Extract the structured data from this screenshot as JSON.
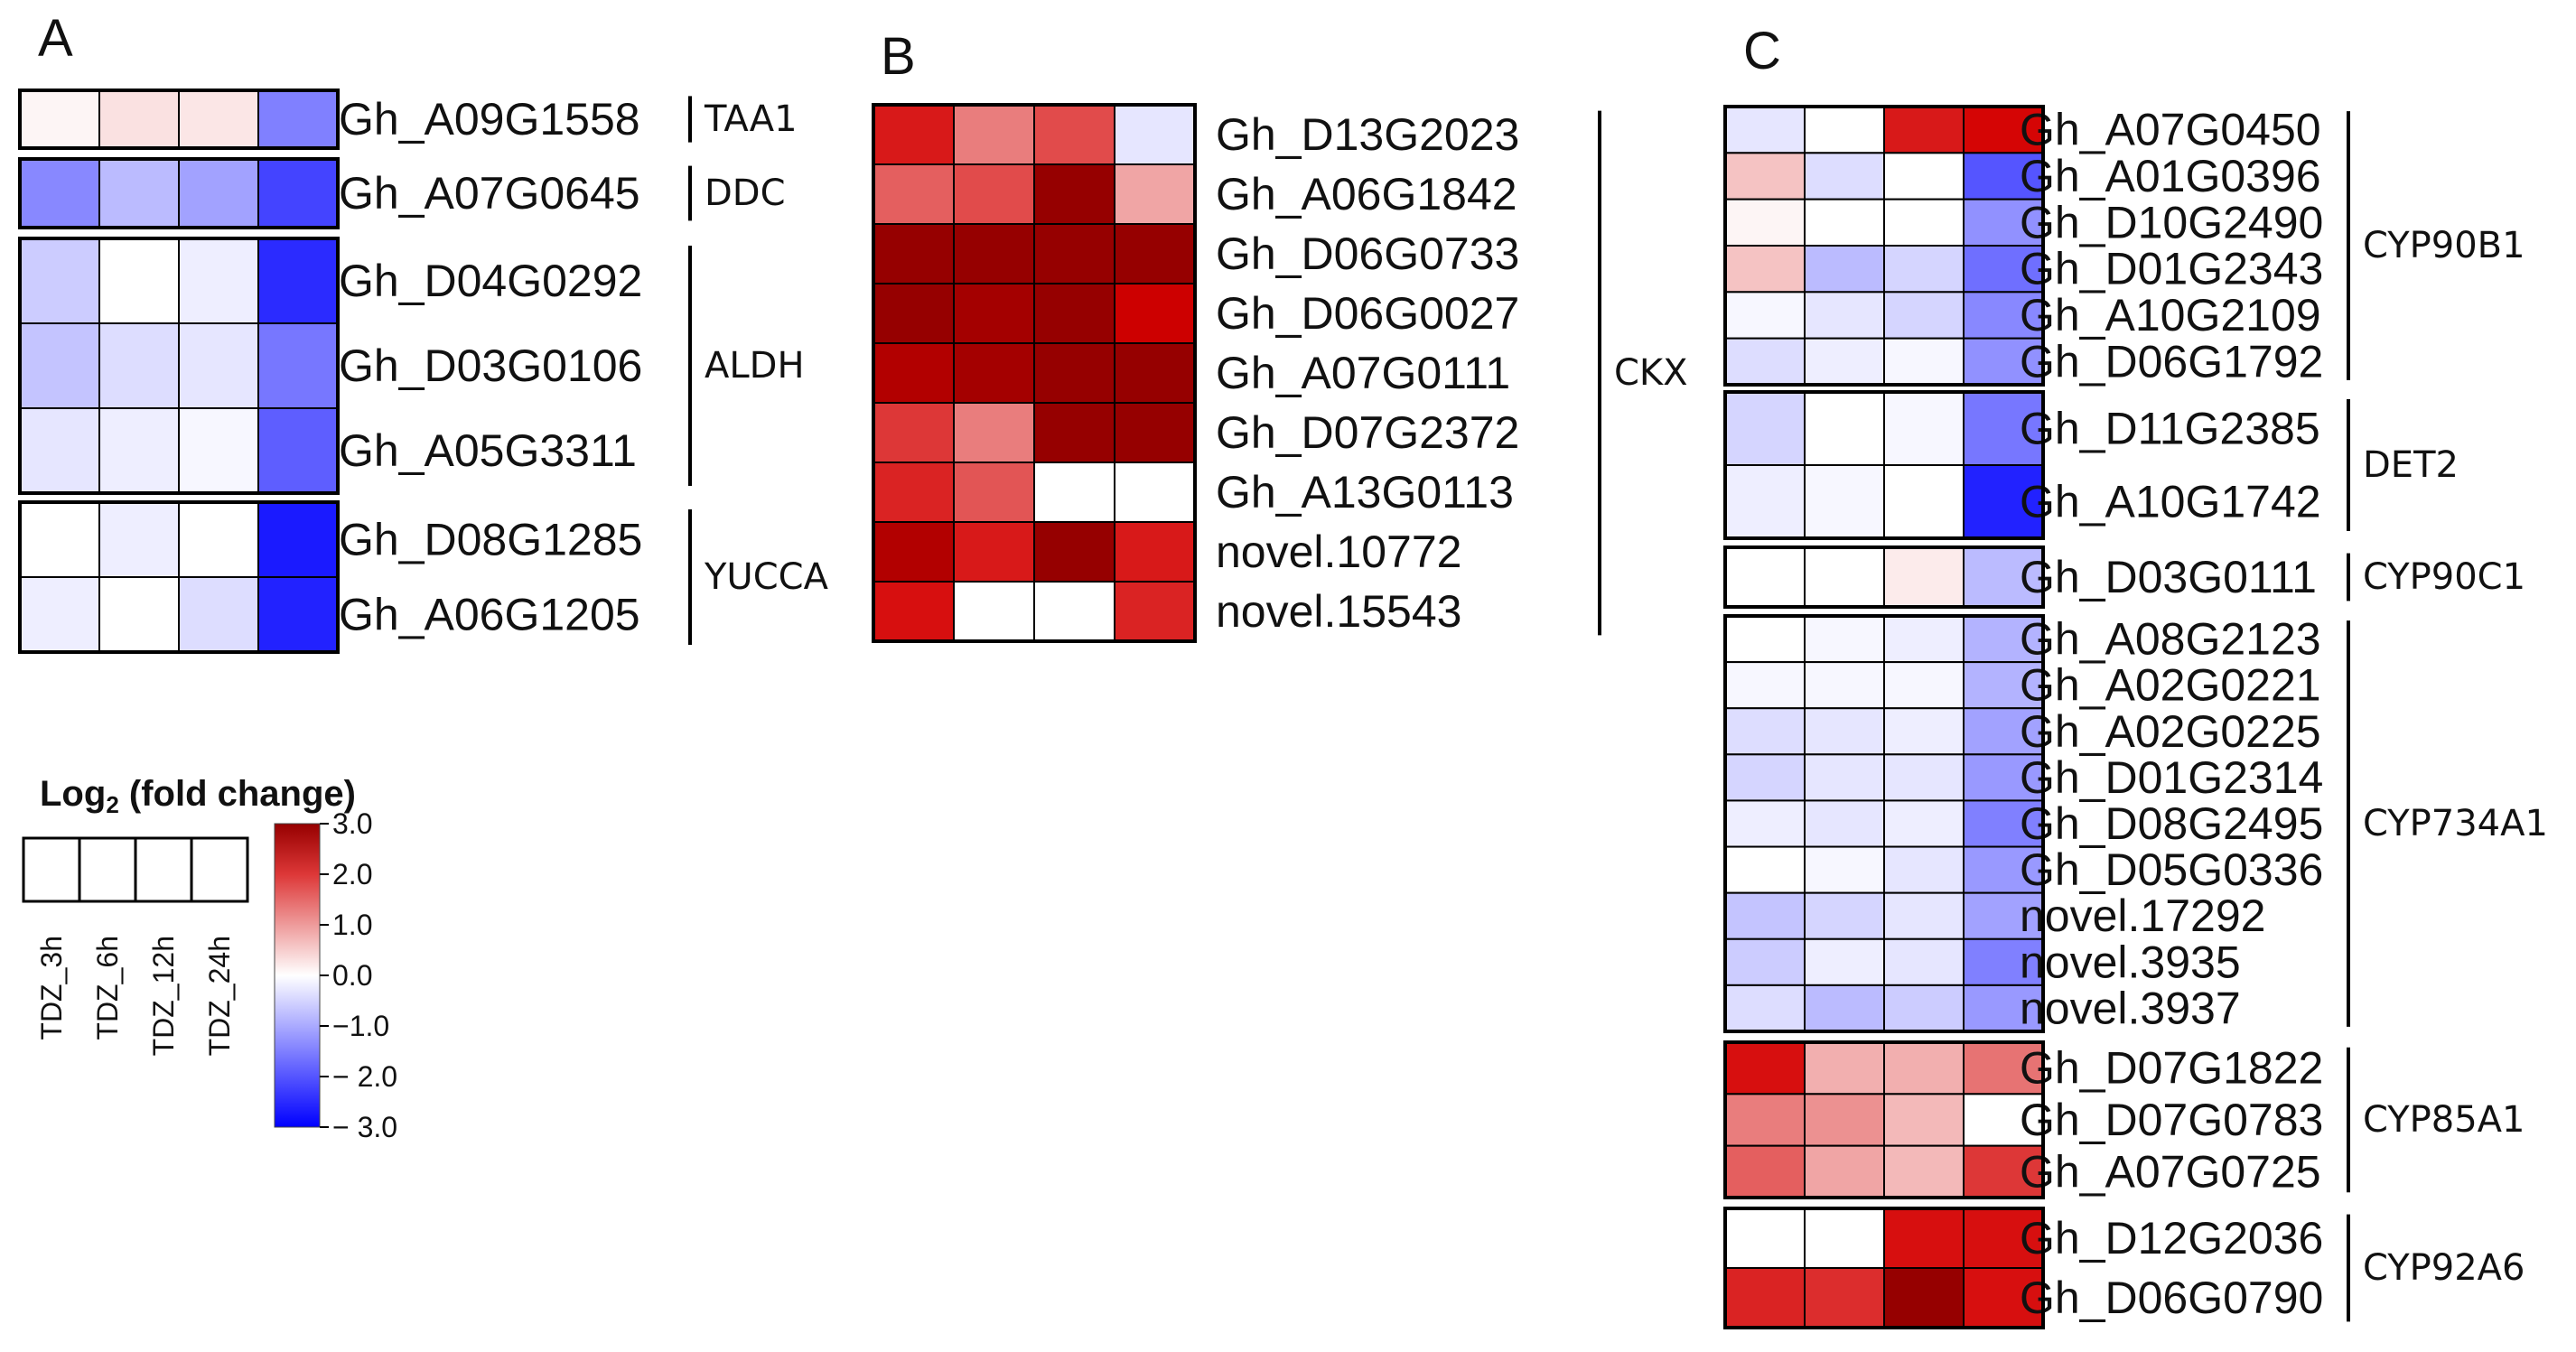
{
  "chart_data": {
    "type": "heatmap",
    "columns": [
      "TDZ_3h",
      "TDZ_6h",
      "TDZ_12h",
      "TDZ_24h"
    ],
    "color_scale": {
      "title": "Log",
      "title_subscript": "2",
      "title_suffix": " (fold change)",
      "min": -3.0,
      "max": 3.0,
      "ticks": [
        "3.0",
        "2.0",
        "1.0",
        "0.0",
        "−1.0",
        "− 2.0",
        "− 3.0"
      ],
      "tick_values": [
        3,
        2,
        1,
        0,
        -1,
        -2,
        -3
      ],
      "colors": {
        "low": "#0000ff",
        "mid": "#ffffff",
        "high": "#d40000"
      }
    },
    "panels": [
      {
        "letter": "A",
        "groups": [
          {
            "name": "TAA1",
            "rows": [
              {
                "gene": "Gh_A09G1558",
                "values": [
                  0.1,
                  0.3,
                  0.25,
                  -1.5
                ]
              }
            ]
          },
          {
            "name": "DDC",
            "rows": [
              {
                "gene": "Gh_A07G0645",
                "values": [
                  -1.4,
                  -0.8,
                  -1.1,
                  -2.2
                ]
              }
            ]
          },
          {
            "name": "ALDH",
            "rows": [
              {
                "gene": "Gh_D04G0292",
                "values": [
                  -0.6,
                  0.0,
                  -0.2,
                  -2.5
                ]
              },
              {
                "gene": "Gh_D03G0106",
                "values": [
                  -0.7,
                  -0.4,
                  -0.3,
                  -1.6
                ]
              },
              {
                "gene": "Gh_A05G3311",
                "values": [
                  -0.3,
                  -0.2,
                  -0.1,
                  -1.9
                ]
              }
            ]
          },
          {
            "name": "YUCCA",
            "rows": [
              {
                "gene": "Gh_D08G1285",
                "values": [
                  0.0,
                  -0.2,
                  0.0,
                  -2.7
                ]
              },
              {
                "gene": "Gh_A06G1205",
                "values": [
                  -0.2,
                  0.0,
                  -0.4,
                  -2.6
                ]
              }
            ]
          }
        ]
      },
      {
        "letter": "B",
        "groups": [
          {
            "name": "CKX",
            "rows": [
              {
                "gene": "Gh_D13G2023",
                "values": [
                  2.3,
                  1.3,
                  1.8,
                  -0.3
                ]
              },
              {
                "gene": "Gh_A06G1842",
                "values": [
                  1.6,
                  1.8,
                  3.0,
                  0.9
                ]
              },
              {
                "gene": "Gh_D06G0733",
                "values": [
                  3.0,
                  3.0,
                  3.0,
                  3.0
                ]
              },
              {
                "gene": "Gh_D06G0027",
                "values": [
                  3.0,
                  2.9,
                  3.0,
                  2.6
                ]
              },
              {
                "gene": "Gh_A07G0111",
                "values": [
                  2.8,
                  2.9,
                  3.0,
                  3.0
                ]
              },
              {
                "gene": "Gh_D07G2372",
                "values": [
                  2.0,
                  1.3,
                  3.0,
                  3.0
                ]
              },
              {
                "gene": "Gh_A13G0113",
                "values": [
                  2.2,
                  1.7,
                  0.0,
                  0.0
                ]
              },
              {
                "gene": "novel.10772",
                "values": [
                  2.8,
                  2.3,
                  3.0,
                  2.3
                ]
              },
              {
                "gene": "novel.15543",
                "values": [
                  2.4,
                  0.0,
                  0.0,
                  2.2
                ]
              }
            ]
          }
        ]
      },
      {
        "letter": "C",
        "groups": [
          {
            "name": "CYP90B1",
            "rows": [
              {
                "gene": "Gh_A07G0450",
                "values": [
                  -0.3,
                  0.0,
                  2.3,
                  2.5
                ]
              },
              {
                "gene": "Gh_A01G0396",
                "values": [
                  0.6,
                  -0.4,
                  0.0,
                  -2.0
                ]
              },
              {
                "gene": "Gh_D10G2490",
                "values": [
                  0.1,
                  0.0,
                  0.0,
                  -1.3
                ]
              },
              {
                "gene": "Gh_D01G2343",
                "values": [
                  0.6,
                  -0.8,
                  -0.5,
                  -1.7
                ]
              },
              {
                "gene": "Gh_A10G2109",
                "values": [
                  -0.1,
                  -0.3,
                  -0.5,
                  -1.4
                ]
              },
              {
                "gene": "Gh_D06G1792",
                "values": [
                  -0.4,
                  -0.2,
                  -0.1,
                  -1.3
                ]
              }
            ]
          },
          {
            "name": "DET2",
            "rows": [
              {
                "gene": "Gh_D11G2385",
                "values": [
                  -0.5,
                  0.0,
                  -0.1,
                  -1.6
                ]
              },
              {
                "gene": "Gh_A10G1742",
                "values": [
                  -0.2,
                  -0.1,
                  0.0,
                  -2.6
                ]
              }
            ]
          },
          {
            "name": "CYP90C1",
            "rows": [
              {
                "gene": "Gh_D03G0111",
                "values": [
                  0.0,
                  0.0,
                  0.2,
                  -0.8
                ]
              }
            ]
          },
          {
            "name": "CYP734A1",
            "rows": [
              {
                "gene": "Gh_A08G2123",
                "values": [
                  0.0,
                  -0.1,
                  -0.2,
                  -0.9
                ]
              },
              {
                "gene": "Gh_A02G0221",
                "values": [
                  -0.1,
                  -0.1,
                  -0.1,
                  -0.9
                ]
              },
              {
                "gene": "Gh_A02G0225",
                "values": [
                  -0.4,
                  -0.3,
                  -0.2,
                  -1.1
                ]
              },
              {
                "gene": "Gh_D01G2314",
                "values": [
                  -0.5,
                  -0.3,
                  -0.3,
                  -1.2
                ]
              },
              {
                "gene": "Gh_D08G2495",
                "values": [
                  -0.2,
                  -0.3,
                  -0.2,
                  -1.5
                ]
              },
              {
                "gene": "Gh_D05G0336",
                "values": [
                  0.0,
                  -0.1,
                  -0.3,
                  -1.2
                ]
              },
              {
                "gene": "novel.17292",
                "values": [
                  -0.7,
                  -0.5,
                  -0.3,
                  -1.1
                ]
              },
              {
                "gene": "novel.3935",
                "values": [
                  -0.6,
                  -0.2,
                  -0.3,
                  -1.5
                ]
              },
              {
                "gene": "novel.3937",
                "values": [
                  -0.4,
                  -0.8,
                  -0.6,
                  -1.2
                ]
              }
            ]
          },
          {
            "name": "CYP85A1",
            "rows": [
              {
                "gene": "Gh_D07G1822",
                "values": [
                  2.4,
                  0.8,
                  0.8,
                  1.4
                ]
              },
              {
                "gene": "Gh_D07G0783",
                "values": [
                  1.3,
                  1.1,
                  0.7,
                  0.0
                ]
              },
              {
                "gene": "Gh_A07G0725",
                "values": [
                  1.6,
                  0.9,
                  0.7,
                  2.0
                ]
              }
            ]
          },
          {
            "name": "CYP92A6",
            "rows": [
              {
                "gene": "Gh_D12G2036",
                "values": [
                  0.0,
                  0.0,
                  2.4,
                  2.4
                ]
              },
              {
                "gene": "Gh_D06G0790",
                "values": [
                  2.2,
                  2.1,
                  3.0,
                  2.4
                ]
              }
            ]
          }
        ]
      }
    ]
  }
}
